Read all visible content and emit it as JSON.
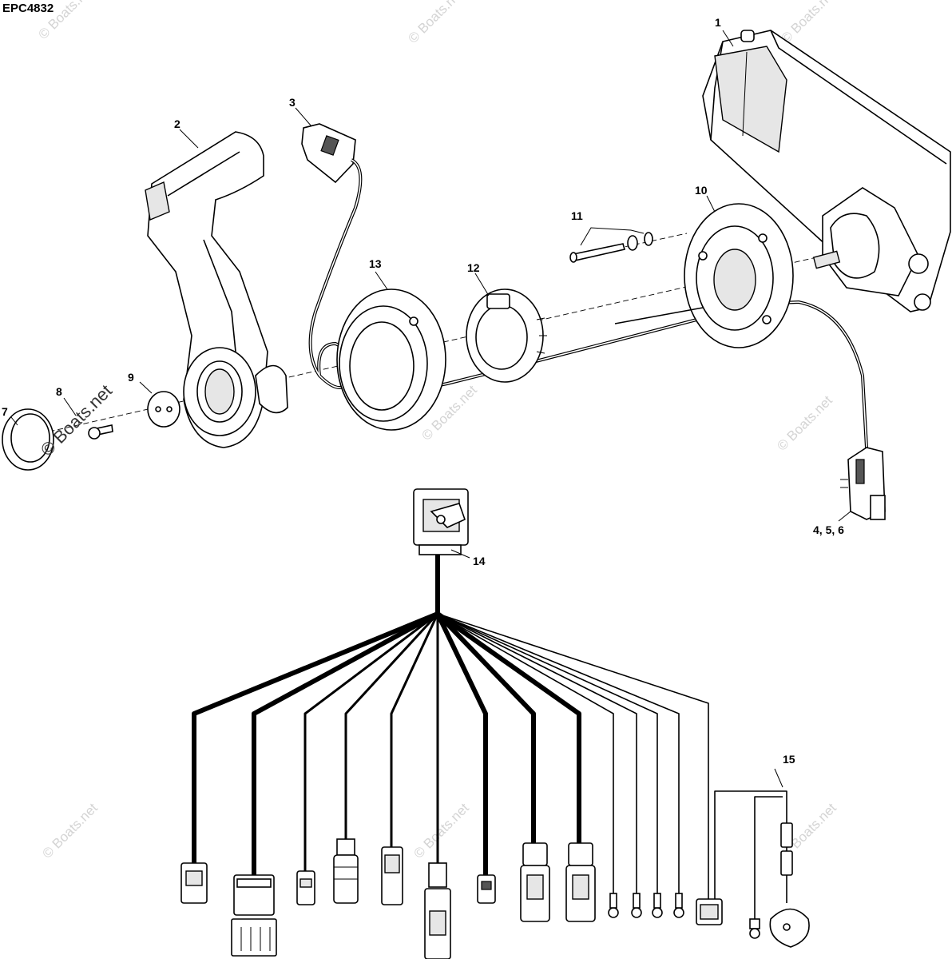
{
  "diagram_code": "EPC4832",
  "callouts": {
    "c1": "1",
    "c2": "2",
    "c3": "3",
    "c456": "4, 5, 6",
    "c7": "7",
    "c8": "8",
    "c9": "9",
    "c10": "10",
    "c11": "11",
    "c12": "12",
    "c13": "13",
    "c14": "14",
    "c15": "15"
  },
  "watermark": {
    "text": "© Boats.net",
    "overlay_text": "© Boats.net"
  }
}
